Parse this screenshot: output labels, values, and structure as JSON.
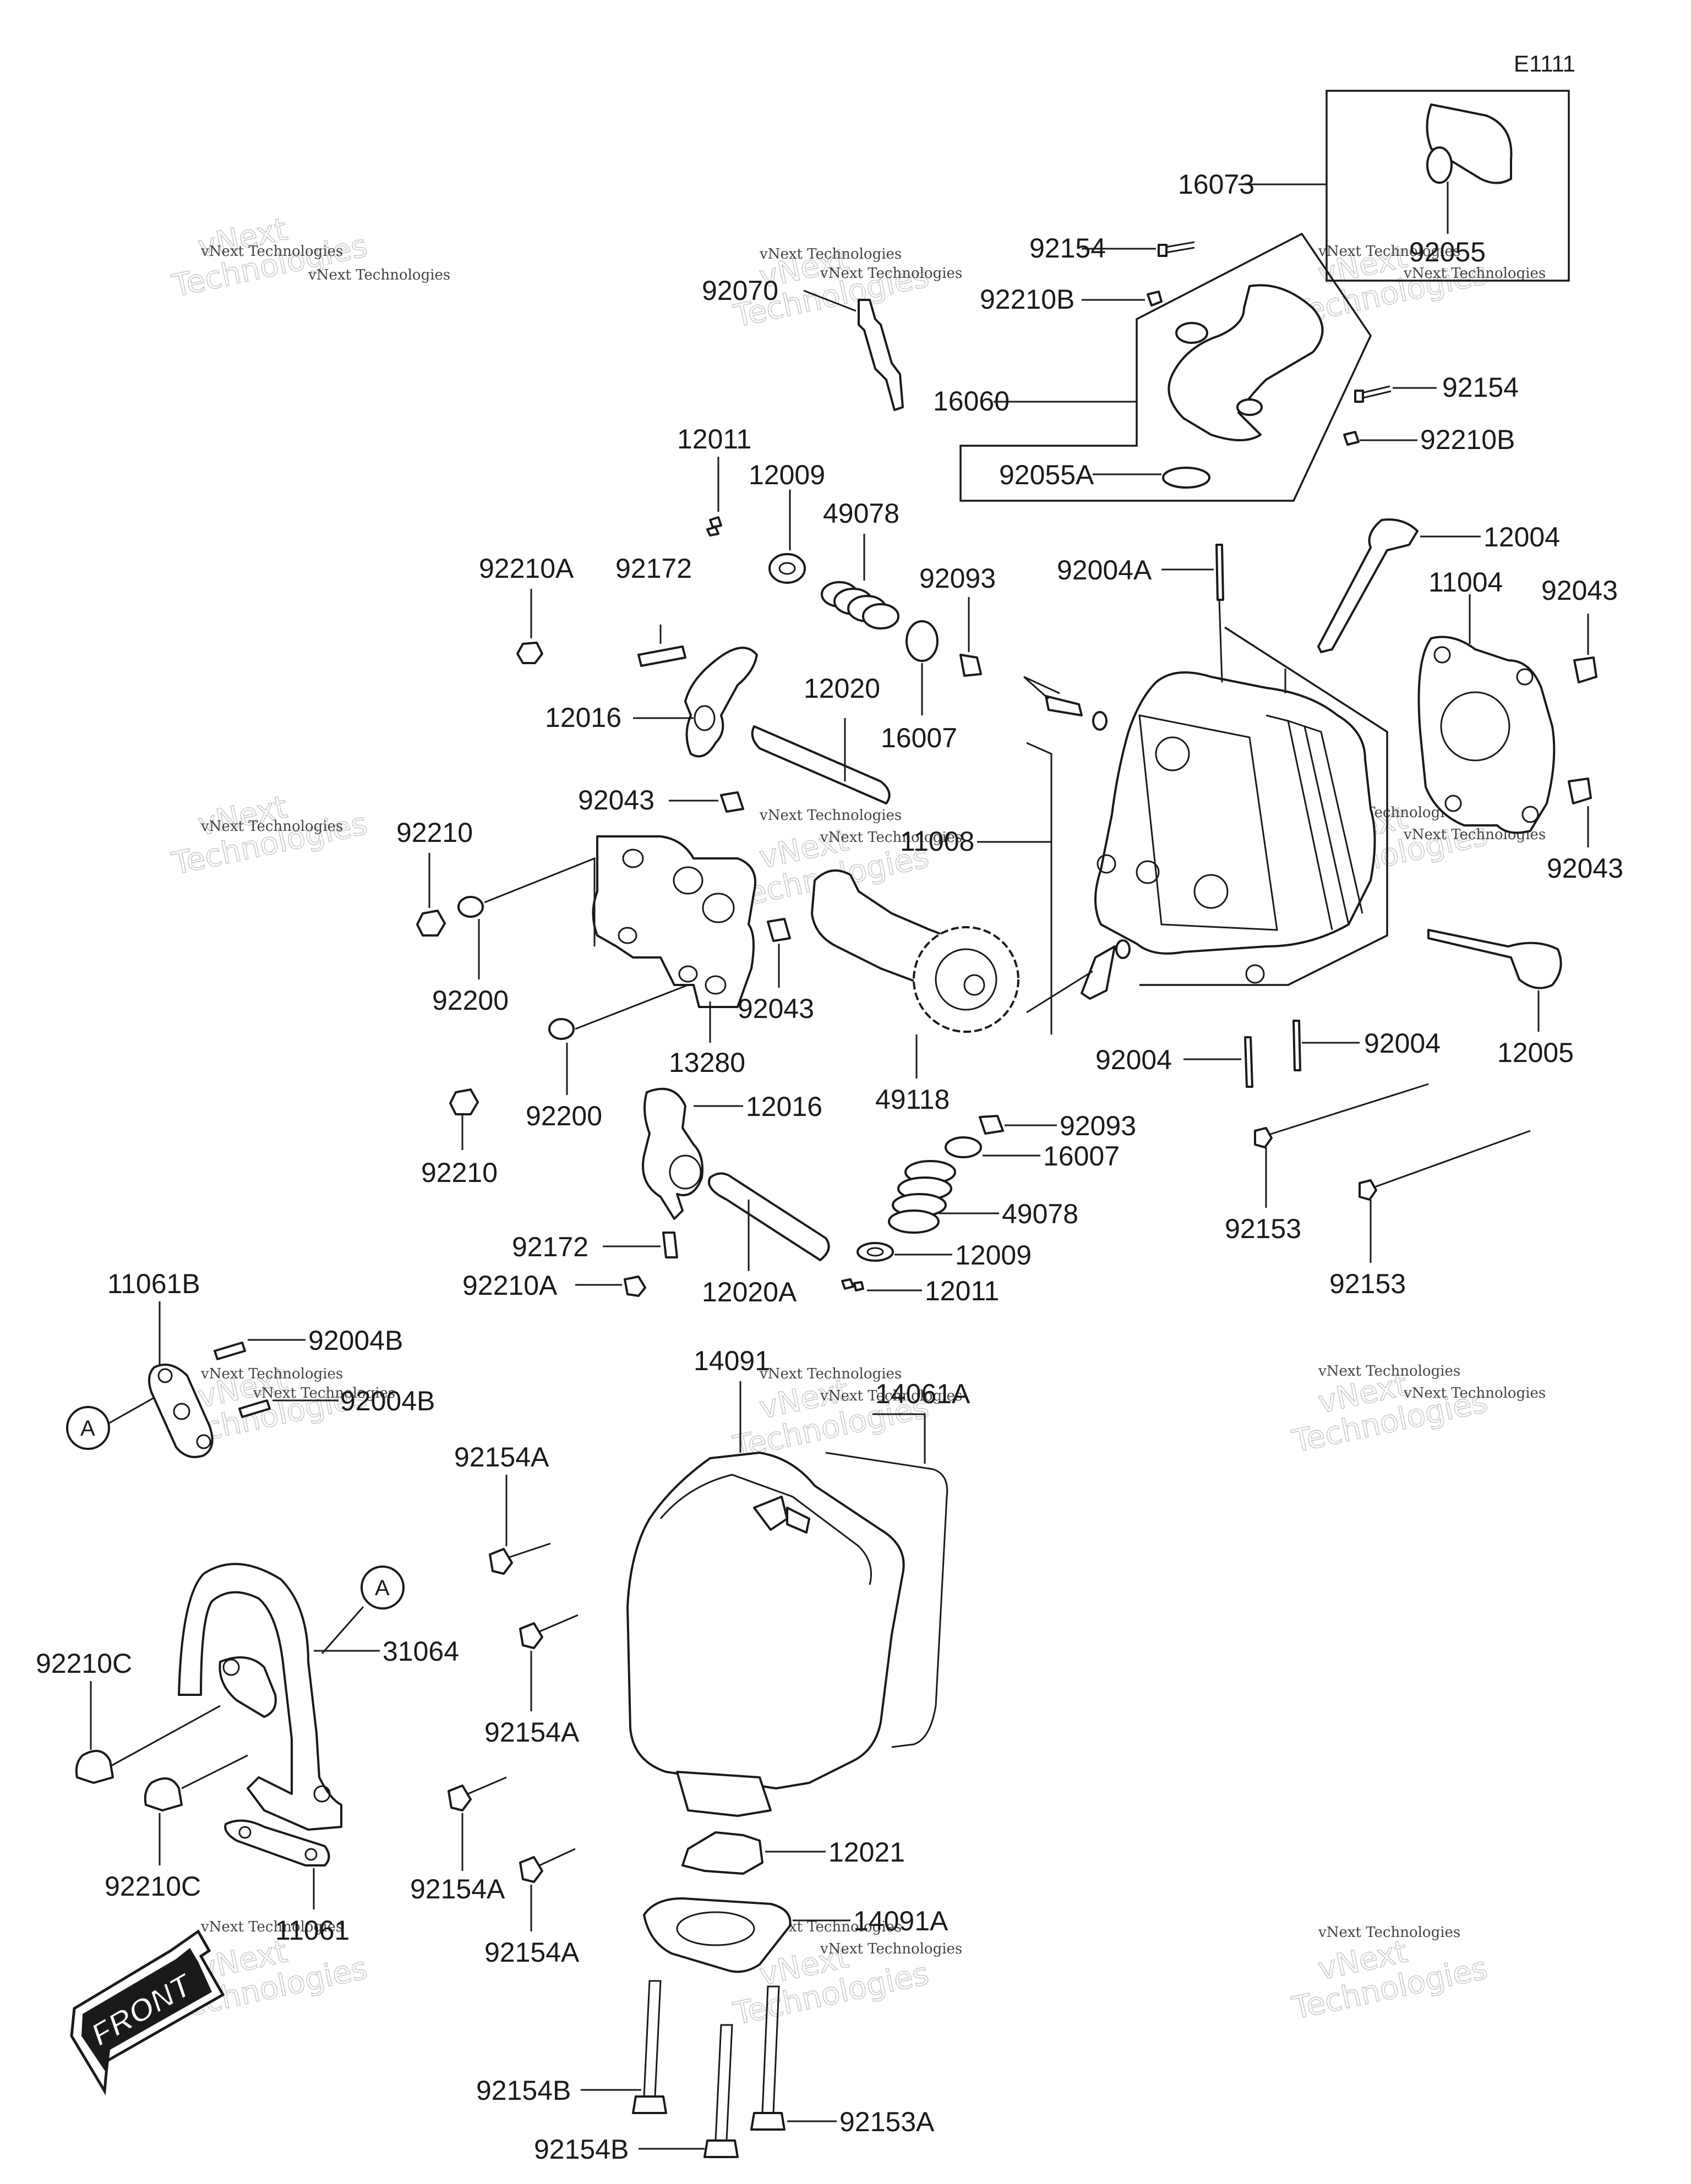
{
  "diagram_code": "E1111",
  "front_label": "FRONT",
  "ref_letter": "A",
  "watermark": {
    "line1": "vNext Technologies",
    "line2_a": "vNext",
    "line2_b": "Technologies"
  },
  "labels": {
    "p16073": "16073",
    "p92055": "92055",
    "p92154_top": "92154",
    "p92210B_top": "92210B",
    "p16060": "16060",
    "p92154_right": "92154",
    "p92210B_right": "92210B",
    "p92055A": "92055A",
    "p92070": "92070",
    "p12011_top": "12011",
    "p12009_top": "12009",
    "p49078_top": "49078",
    "p92093_top": "92093",
    "p92004A": "92004A",
    "p12004": "12004",
    "p11004": "11004",
    "p92043_right_top": "92043",
    "p92210A_top": "92210A",
    "p92172_top": "92172",
    "p12020_top": "12020",
    "p16007_top": "16007",
    "p12016_top": "12016",
    "p92043_mid": "92043",
    "p11008": "11008",
    "p92043_right_bottom": "92043",
    "p92210_top": "92210",
    "p92200_top": "92200",
    "p92043_lower": "92043",
    "p13280": "13280",
    "p49118": "49118",
    "p92004_left": "92004",
    "p92004_right": "92004",
    "p12005": "12005",
    "p92200_bottom": "92200",
    "p92210_bottom": "92210",
    "p12016_bottom": "12016",
    "p92093_bottom": "92093",
    "p16007_bottom": "16007",
    "p49078_bottom": "49078",
    "p92153_left": "92153",
    "p92153_right": "92153",
    "p92172_bottom": "92172",
    "p12009_bottom": "12009",
    "p92210A_bottom": "92210A",
    "p12020A": "12020A",
    "p12011_bottom": "12011",
    "p11061B": "11061B",
    "p92004B_top": "92004B",
    "p92004B_bottom": "92004B",
    "p14091": "14091",
    "p14061A": "14061A",
    "p92154A_1": "92154A",
    "p31064": "31064",
    "p92210C_top": "92210C",
    "p92154A_2": "92154A",
    "p92210C_bottom": "92210C",
    "p92154A_3": "92154A",
    "p12021": "12021",
    "p11061": "11061",
    "p14091A": "14091A",
    "p92154A_4": "92154A",
    "p92154B_top": "92154B",
    "p92153A": "92153A",
    "p92154B_bottom": "92154B"
  }
}
